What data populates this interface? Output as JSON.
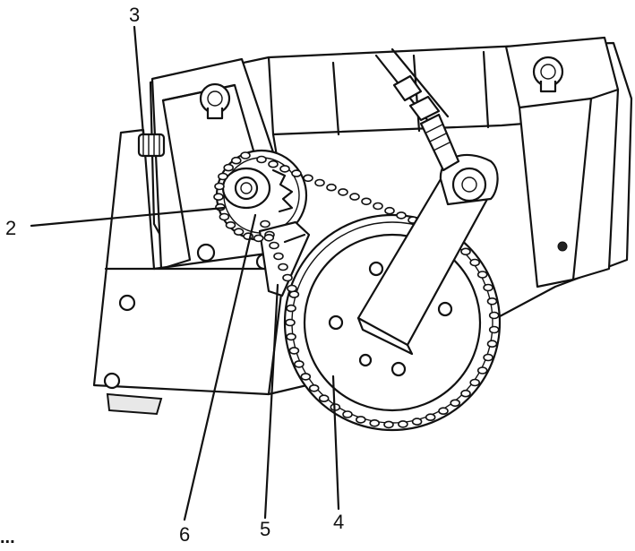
{
  "callouts": {
    "c2": "2",
    "c3": "3",
    "c4": "4",
    "c5": "5",
    "c6": "6"
  },
  "cut_text": "..."
}
